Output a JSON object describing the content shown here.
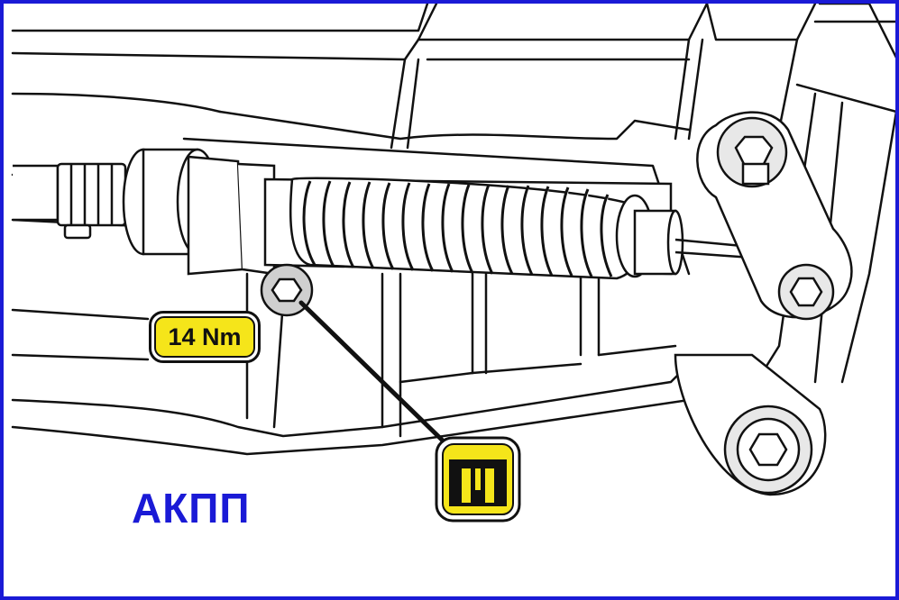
{
  "diagram": {
    "torque_label": "14 Nm",
    "unit_label": "АКПП",
    "icons": [
      "transmission-housing",
      "shift-cable",
      "corrugated-boot",
      "cable-bracket-bolt",
      "lever-nut",
      "sealant-icon"
    ],
    "colors": {
      "frame": "#1a1ad6",
      "badge_fill": "#f5e51a",
      "label_text": "#1a1ad6",
      "line": "#111111"
    }
  }
}
